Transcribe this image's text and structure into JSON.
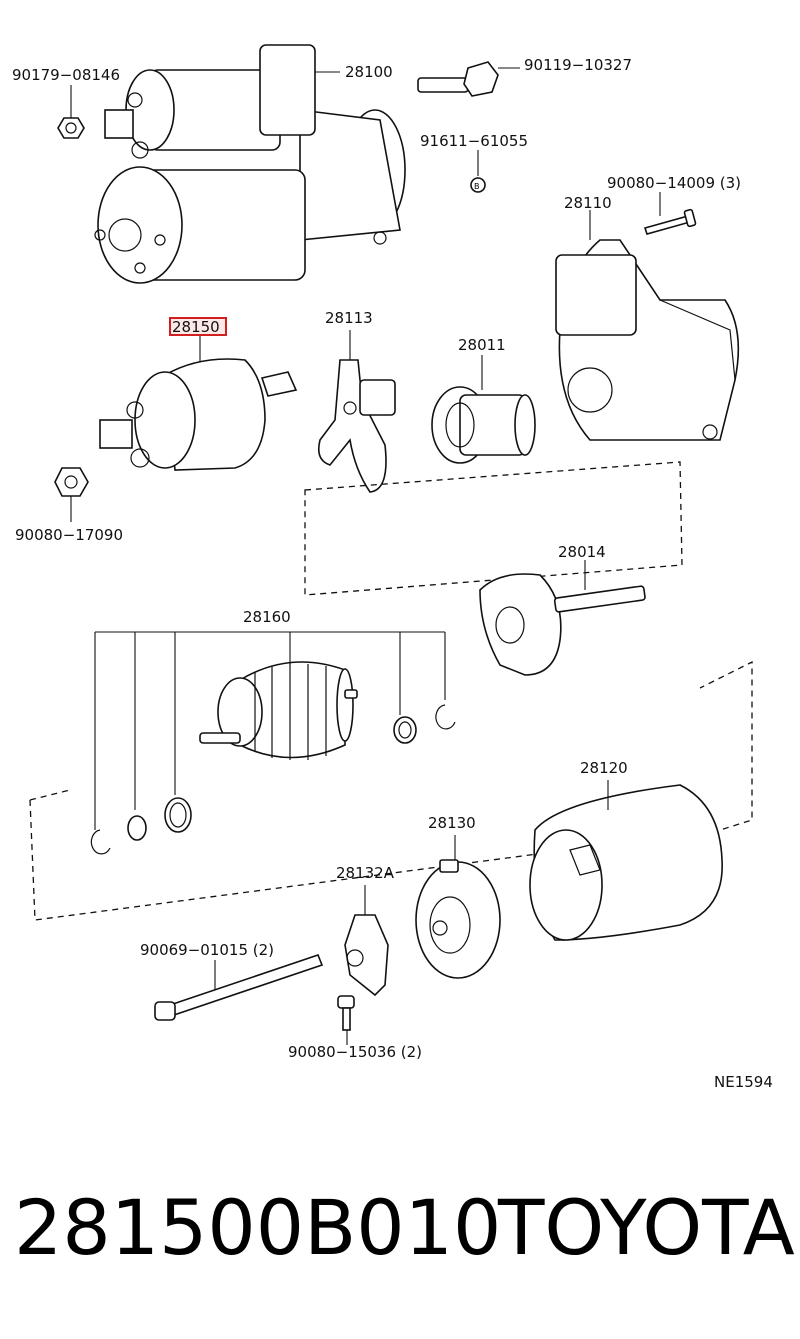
{
  "labels": {
    "p90179_08146": "90179−08146",
    "p28100": "28100",
    "p90119_10327": "90119−10327",
    "p91611_61055": "91611−61055",
    "p90080_14009": "90080−14009 (3)",
    "p28110": "28110",
    "p28150": "28150",
    "p28113": "28113",
    "p28011": "28011",
    "p90080_17090": "90080−17090",
    "p28014": "28014",
    "p28160": "28160",
    "p28120": "28120",
    "p28130": "28130",
    "p28132A": "28132A",
    "p90069_01015": "90069−01015 (2)",
    "p90080_15036": "90080−15036 (2)",
    "ref_code": "NE1594"
  },
  "highlight_color": "#d21f1f",
  "caption": {
    "part_number": "281500B010",
    "brand": "TOYOTA"
  }
}
